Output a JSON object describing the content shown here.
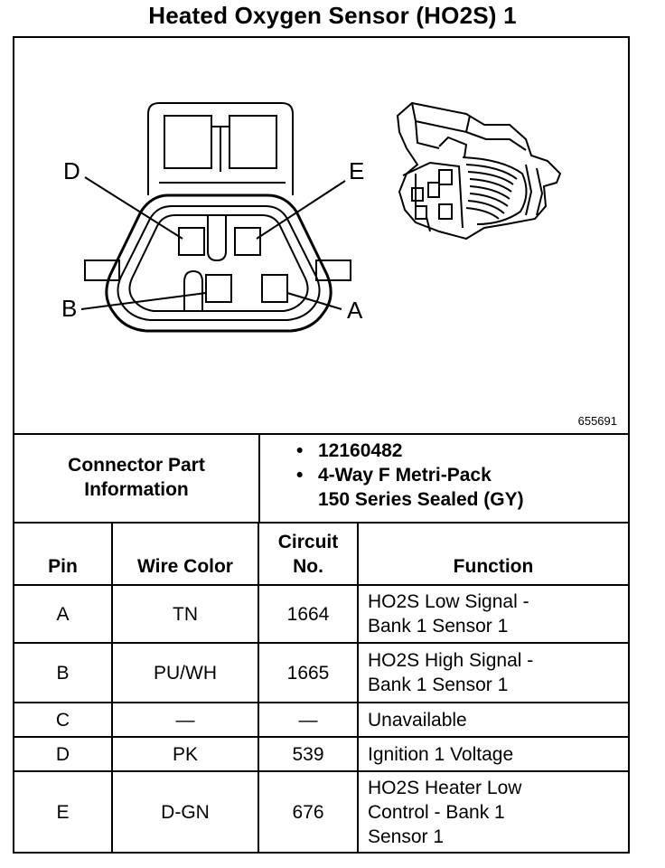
{
  "title": "Heated Oxygen Sensor (HO2S) 1",
  "figure": {
    "id": "655691",
    "pin_labels": [
      "D",
      "E",
      "B",
      "A"
    ]
  },
  "connector_info": {
    "label_line1": "Connector Part",
    "label_line2": "Information",
    "items": [
      "12160482",
      "4-Way F Metri-Pack",
      "150 Series Sealed (GY)"
    ]
  },
  "table": {
    "headers": {
      "pin": "Pin",
      "wire_color": "Wire Color",
      "circuit_line1": "Circuit",
      "circuit_line2": "No.",
      "function": "Function"
    },
    "rows": [
      {
        "pin": "A",
        "wire_color": "TN",
        "circuit": "1664",
        "function_lines": [
          "HO2S Low Signal -",
          "Bank 1 Sensor 1"
        ]
      },
      {
        "pin": "B",
        "wire_color": "PU/WH",
        "circuit": "1665",
        "function_lines": [
          "HO2S High Signal -",
          "Bank 1 Sensor 1"
        ]
      },
      {
        "pin": "C",
        "wire_color": "—",
        "circuit": "—",
        "function_lines": [
          "Unavailable"
        ]
      },
      {
        "pin": "D",
        "wire_color": "PK",
        "circuit": "539",
        "function_lines": [
          "Ignition 1 Voltage"
        ]
      },
      {
        "pin": "E",
        "wire_color": "D-GN",
        "circuit": "676",
        "function_lines": [
          "HO2S Heater Low",
          "Control - Bank 1",
          "Sensor 1"
        ]
      }
    ]
  }
}
